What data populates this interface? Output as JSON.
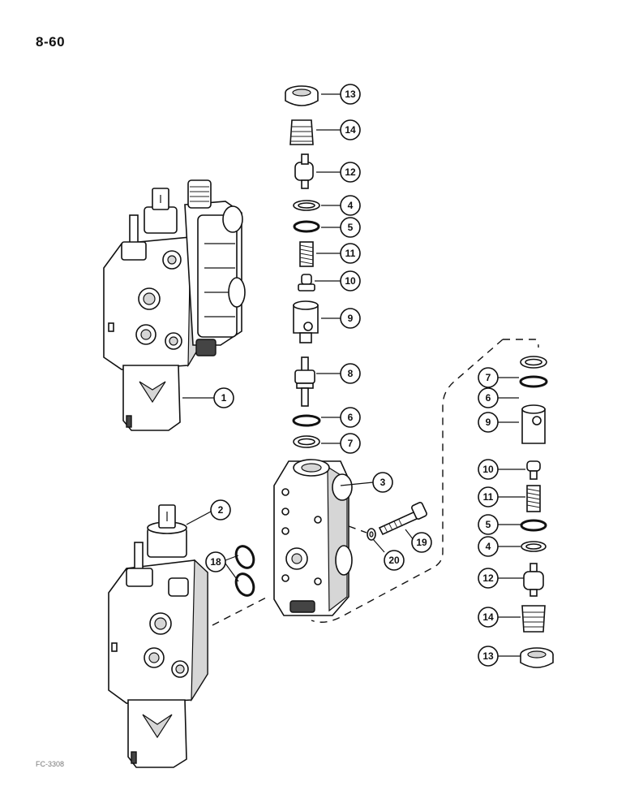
{
  "page": {
    "number": "8-60",
    "figure_code": "FC-3308"
  },
  "callouts": {
    "c1": "1",
    "c2": "2",
    "c3": "3",
    "c4a": "4",
    "c4b": "4",
    "c5a": "5",
    "c5b": "5",
    "c6a": "6",
    "c6b": "6",
    "c7a": "7",
    "c7b": "7",
    "c8": "8",
    "c9a": "9",
    "c9b": "9",
    "c10a": "10",
    "c10b": "10",
    "c11a": "11",
    "c11b": "11",
    "c12a": "12",
    "c12b": "12",
    "c13a": "13",
    "c13b": "13",
    "c14a": "14",
    "c14b": "14",
    "c18": "18",
    "c19": "19",
    "c20": "20"
  }
}
